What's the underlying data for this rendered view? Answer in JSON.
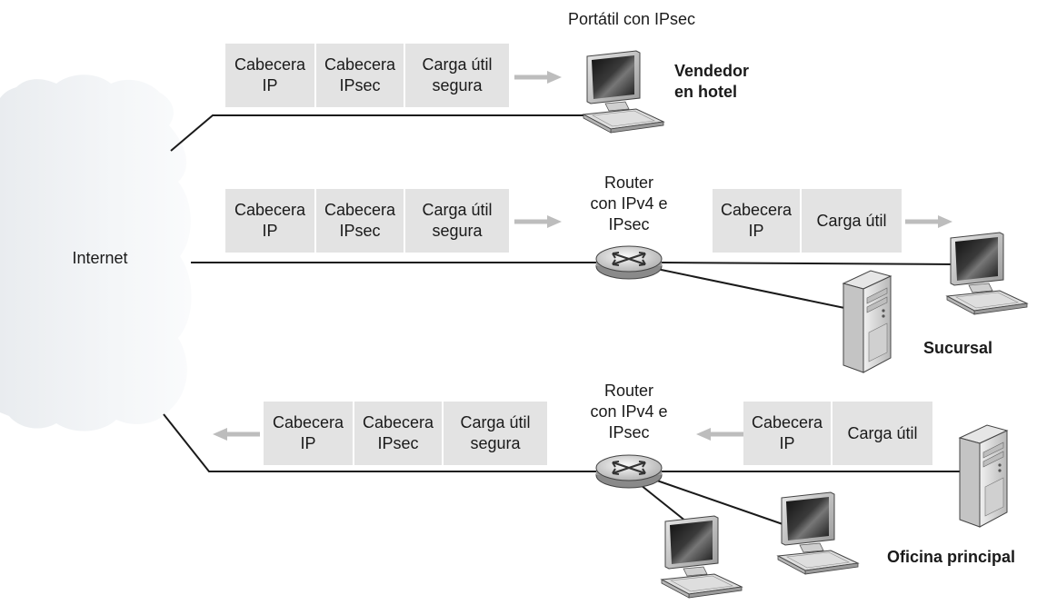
{
  "internet_label": "Internet",
  "laptop_title": "Portátil con IPsec",
  "salesperson_label": [
    "Vendedor",
    "en hotel"
  ],
  "router_label": [
    "Router",
    "con IPv4 e",
    "IPsec"
  ],
  "branch_label": "Sucursal",
  "hq_label": "Oficina principal",
  "packet_ipsec": {
    "ip_header": [
      "Cabecera",
      "IP"
    ],
    "ipsec_header": [
      "Cabecera",
      "IPsec"
    ],
    "secure_payload": [
      "Carga útil",
      "segura"
    ]
  },
  "packet_plain": {
    "ip_header": [
      "Cabecera",
      "IP"
    ],
    "payload": "Carga útil"
  },
  "colors": {
    "packet_fill": "#e3e3e3",
    "arrow": "#bdbdbd",
    "line": "#1a1a1a",
    "cloud": "#f1f3f5"
  }
}
